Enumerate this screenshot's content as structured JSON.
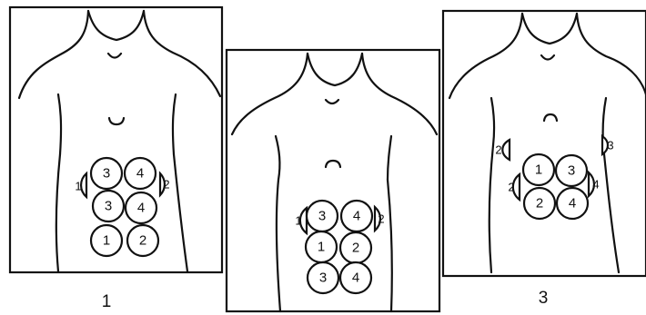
{
  "figure": {
    "panels": [
      {
        "caption": "1",
        "sites": [
          "1",
          "3",
          "4",
          "2",
          "3",
          "4",
          "1",
          "2"
        ]
      },
      {
        "caption": "",
        "sites": [
          "1",
          "3",
          "4",
          "2",
          "1",
          "2",
          "3",
          "4"
        ]
      },
      {
        "caption": "3",
        "sites": [
          "2",
          "3",
          "2",
          "1",
          "3",
          "4",
          "2",
          "4"
        ]
      }
    ]
  }
}
